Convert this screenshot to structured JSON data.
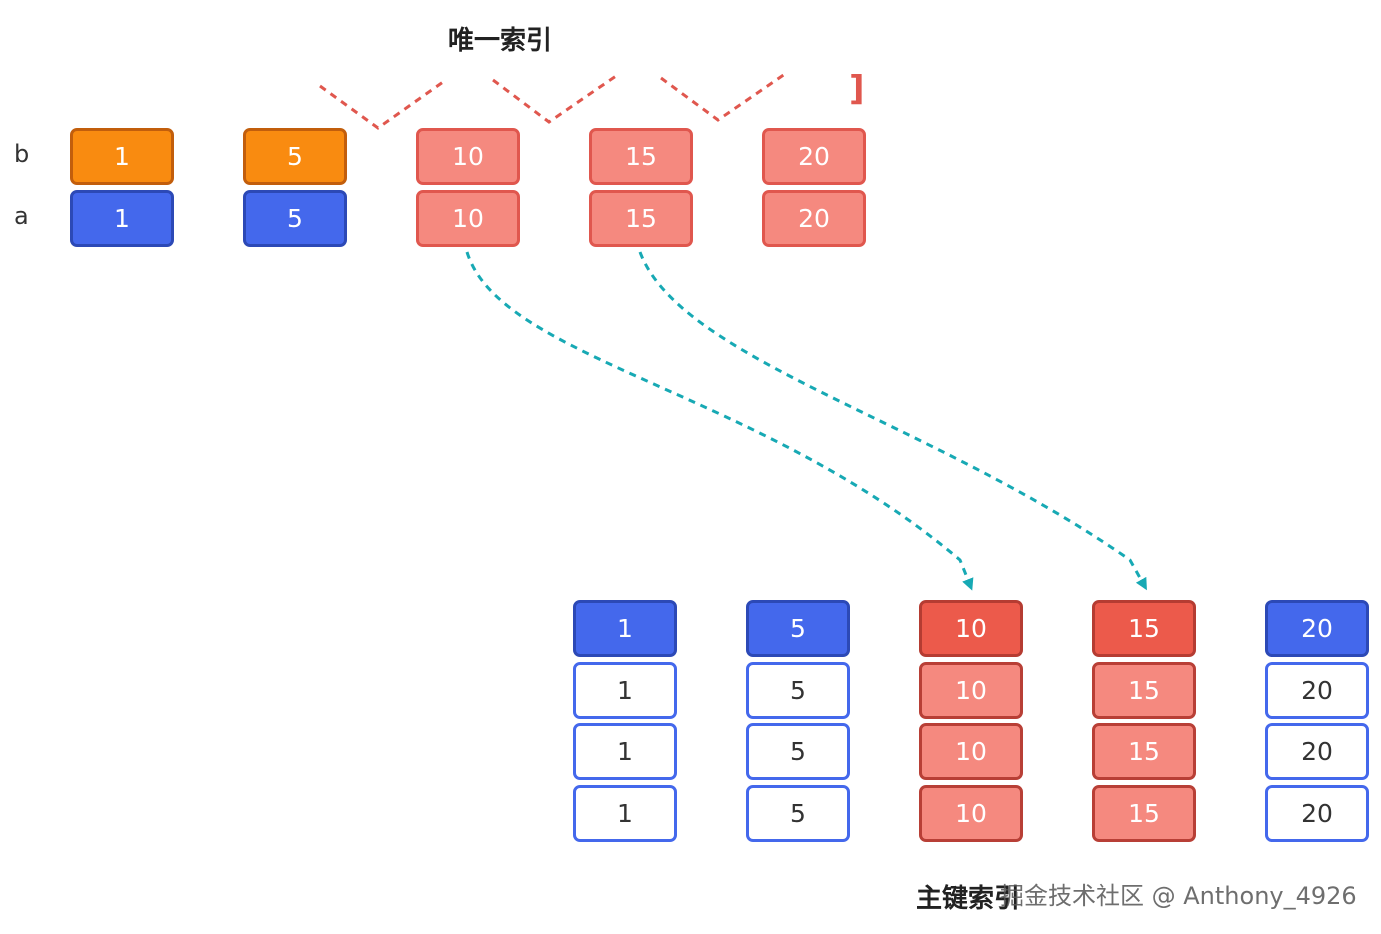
{
  "top_index": {
    "title": "唯一索引",
    "row_labels": [
      "b",
      "a"
    ],
    "columns": [
      {
        "b": "1",
        "a": "1",
        "b_style": "orange",
        "a_style": "blue"
      },
      {
        "b": "5",
        "a": "5",
        "b_style": "orange",
        "a_style": "blue"
      },
      {
        "b": "10",
        "a": "10",
        "b_style": "pink",
        "a_style": "pink"
      },
      {
        "b": "15",
        "a": "15",
        "b_style": "pink",
        "a_style": "pink"
      },
      {
        "b": "20",
        "a": "20",
        "b_style": "pink",
        "a_style": "pink"
      }
    ],
    "bracket_glyph": "]"
  },
  "primary_index": {
    "title": "主键索引",
    "columns": [
      {
        "key": "1",
        "key_style": "blue",
        "values": [
          "1",
          "1",
          "1"
        ],
        "value_style": "white"
      },
      {
        "key": "5",
        "key_style": "blue",
        "values": [
          "5",
          "5",
          "5"
        ],
        "value_style": "white"
      },
      {
        "key": "10",
        "key_style": "red",
        "values": [
          "10",
          "10",
          "10"
        ],
        "value_style": "pinkd"
      },
      {
        "key": "15",
        "key_style": "red",
        "values": [
          "15",
          "15",
          "15"
        ],
        "value_style": "pinkd"
      },
      {
        "key": "20",
        "key_style": "blue",
        "values": [
          "20",
          "20",
          "20"
        ],
        "value_style": "white"
      }
    ]
  },
  "arrows": [
    {
      "from_top_column": 2,
      "to_primary_column": 2
    },
    {
      "from_top_column": 3,
      "to_primary_column": 3
    }
  ],
  "watermark": "掘金技术社区 @ Anthony_4926",
  "colors": {
    "orange": "#f98b10",
    "blue": "#4468ec",
    "pink": "#f5897f",
    "red": "#ec5a4b",
    "gap_lock_dash": "#e0574e",
    "arrow": "#17a9b4"
  }
}
